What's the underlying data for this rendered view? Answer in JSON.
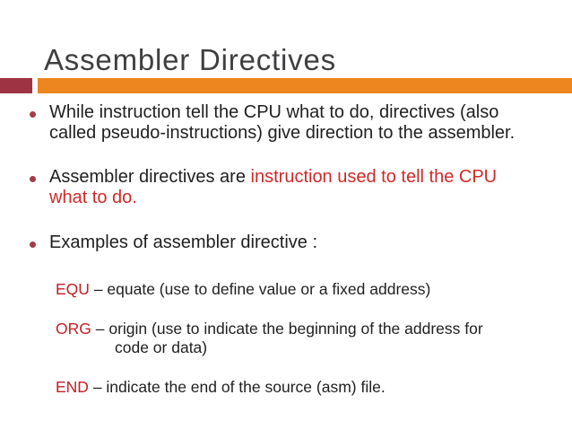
{
  "slide": {
    "title": "Assembler Directives",
    "colors": {
      "orange_bar": "#ED861E",
      "maroon_block": "#9E3344",
      "bullet_dot": "#A33B49",
      "title_text": "#3F3E40",
      "body_text": "#1F1F1F",
      "highlight_red": "#D22828",
      "keyword_red": "#C32026"
    },
    "bullets": [
      {
        "plain": "While instruction tell the CPU what to do, directives (also called pseudo-instructions) give direction to the assembler.",
        "red": ""
      },
      {
        "plain": "Assembler directives are ",
        "red": "instruction used to tell the CPU what to do."
      },
      {
        "plain": "Examples of assembler directive :",
        "red": ""
      }
    ],
    "directives": [
      {
        "keyword": "EQU",
        "line1": "– equate (use to define value or a fixed address)",
        "line2": ""
      },
      {
        "keyword": "ORG",
        "line1": "– origin (use to indicate the beginning of the address for",
        "line2": "code or data)"
      },
      {
        "keyword": "END",
        "line1": "– indicate the end of the source (asm) file.",
        "line2": ""
      }
    ]
  }
}
